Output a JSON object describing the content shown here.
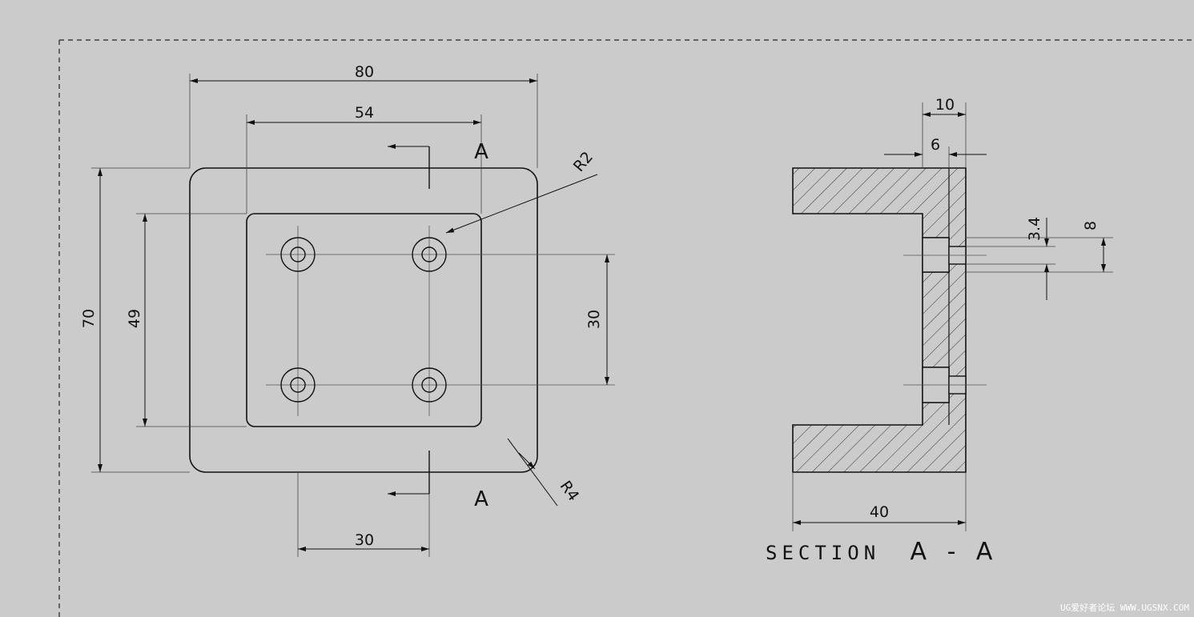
{
  "drawing": {
    "front_view": {
      "dims": {
        "overall_width": "80",
        "pocket_width": "54",
        "overall_height": "70",
        "pocket_height": "49",
        "hole_spacing_v": "30",
        "hole_spacing_h": "30",
        "radius_inner": "R2",
        "radius_outer": "R4"
      },
      "section_labels": {
        "top": "A",
        "bottom": "A"
      }
    },
    "section_view": {
      "dims": {
        "wall_10": "10",
        "wall_6": "6",
        "hole_3_4": "3.4",
        "hole_8": "8",
        "depth_40": "40"
      },
      "title": "SECTION",
      "title_ref": "A - A"
    },
    "watermark": "UG爱好者论坛 WWW.UGSNX.COM"
  },
  "colors": {
    "background": "#cbcbcb",
    "line": "#111111",
    "hatch": "#333333"
  }
}
